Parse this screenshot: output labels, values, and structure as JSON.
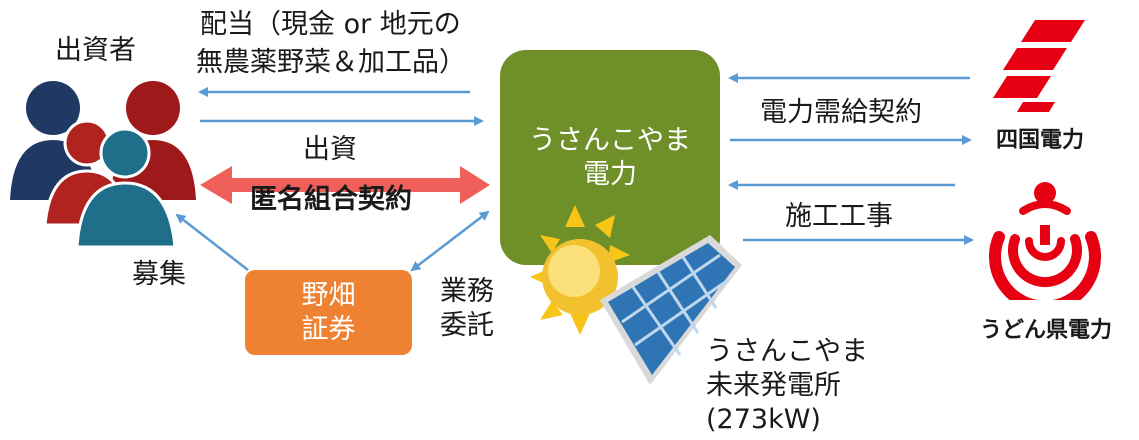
{
  "investors": {
    "label": "出資者",
    "icon": "people-group-icon"
  },
  "dividend": {
    "line1": "配当（現金 or 地元の",
    "line2": "無農薬野菜＆加工品）"
  },
  "investment": {
    "label": "出資"
  },
  "contract": {
    "label": "匿名組合契約"
  },
  "recruitment": {
    "label": "募集"
  },
  "broker": {
    "line1": "野畑",
    "line2": "証券"
  },
  "outsourcing": {
    "line1": "業務",
    "line2": "委託"
  },
  "company": {
    "line1": "うさんこやま",
    "line2": "電力"
  },
  "power_contract": {
    "label": "電力需給契約"
  },
  "construction": {
    "label": "施工工事"
  },
  "shikoku": {
    "name": "四国電力",
    "icon": "shikoku-electric-logo-icon"
  },
  "udon": {
    "name": "うどん県電力",
    "icon": "udon-ken-denryoku-logo-icon"
  },
  "plant": {
    "line1": "うさんこやま",
    "line2": "未来発電所",
    "line3": "(273kW)",
    "icon": "solar-panel-sun-icon"
  },
  "colors": {
    "arrow": "#5b9bd5",
    "contract_arrow": "#f0605a",
    "company_box": "#6f8f28",
    "broker_box": "#ee8232",
    "investor_dark": "#1f3864",
    "investor_red": "#9e1a1a",
    "investor_teal": "#1f6f8b",
    "logo_red": "#e60012"
  }
}
